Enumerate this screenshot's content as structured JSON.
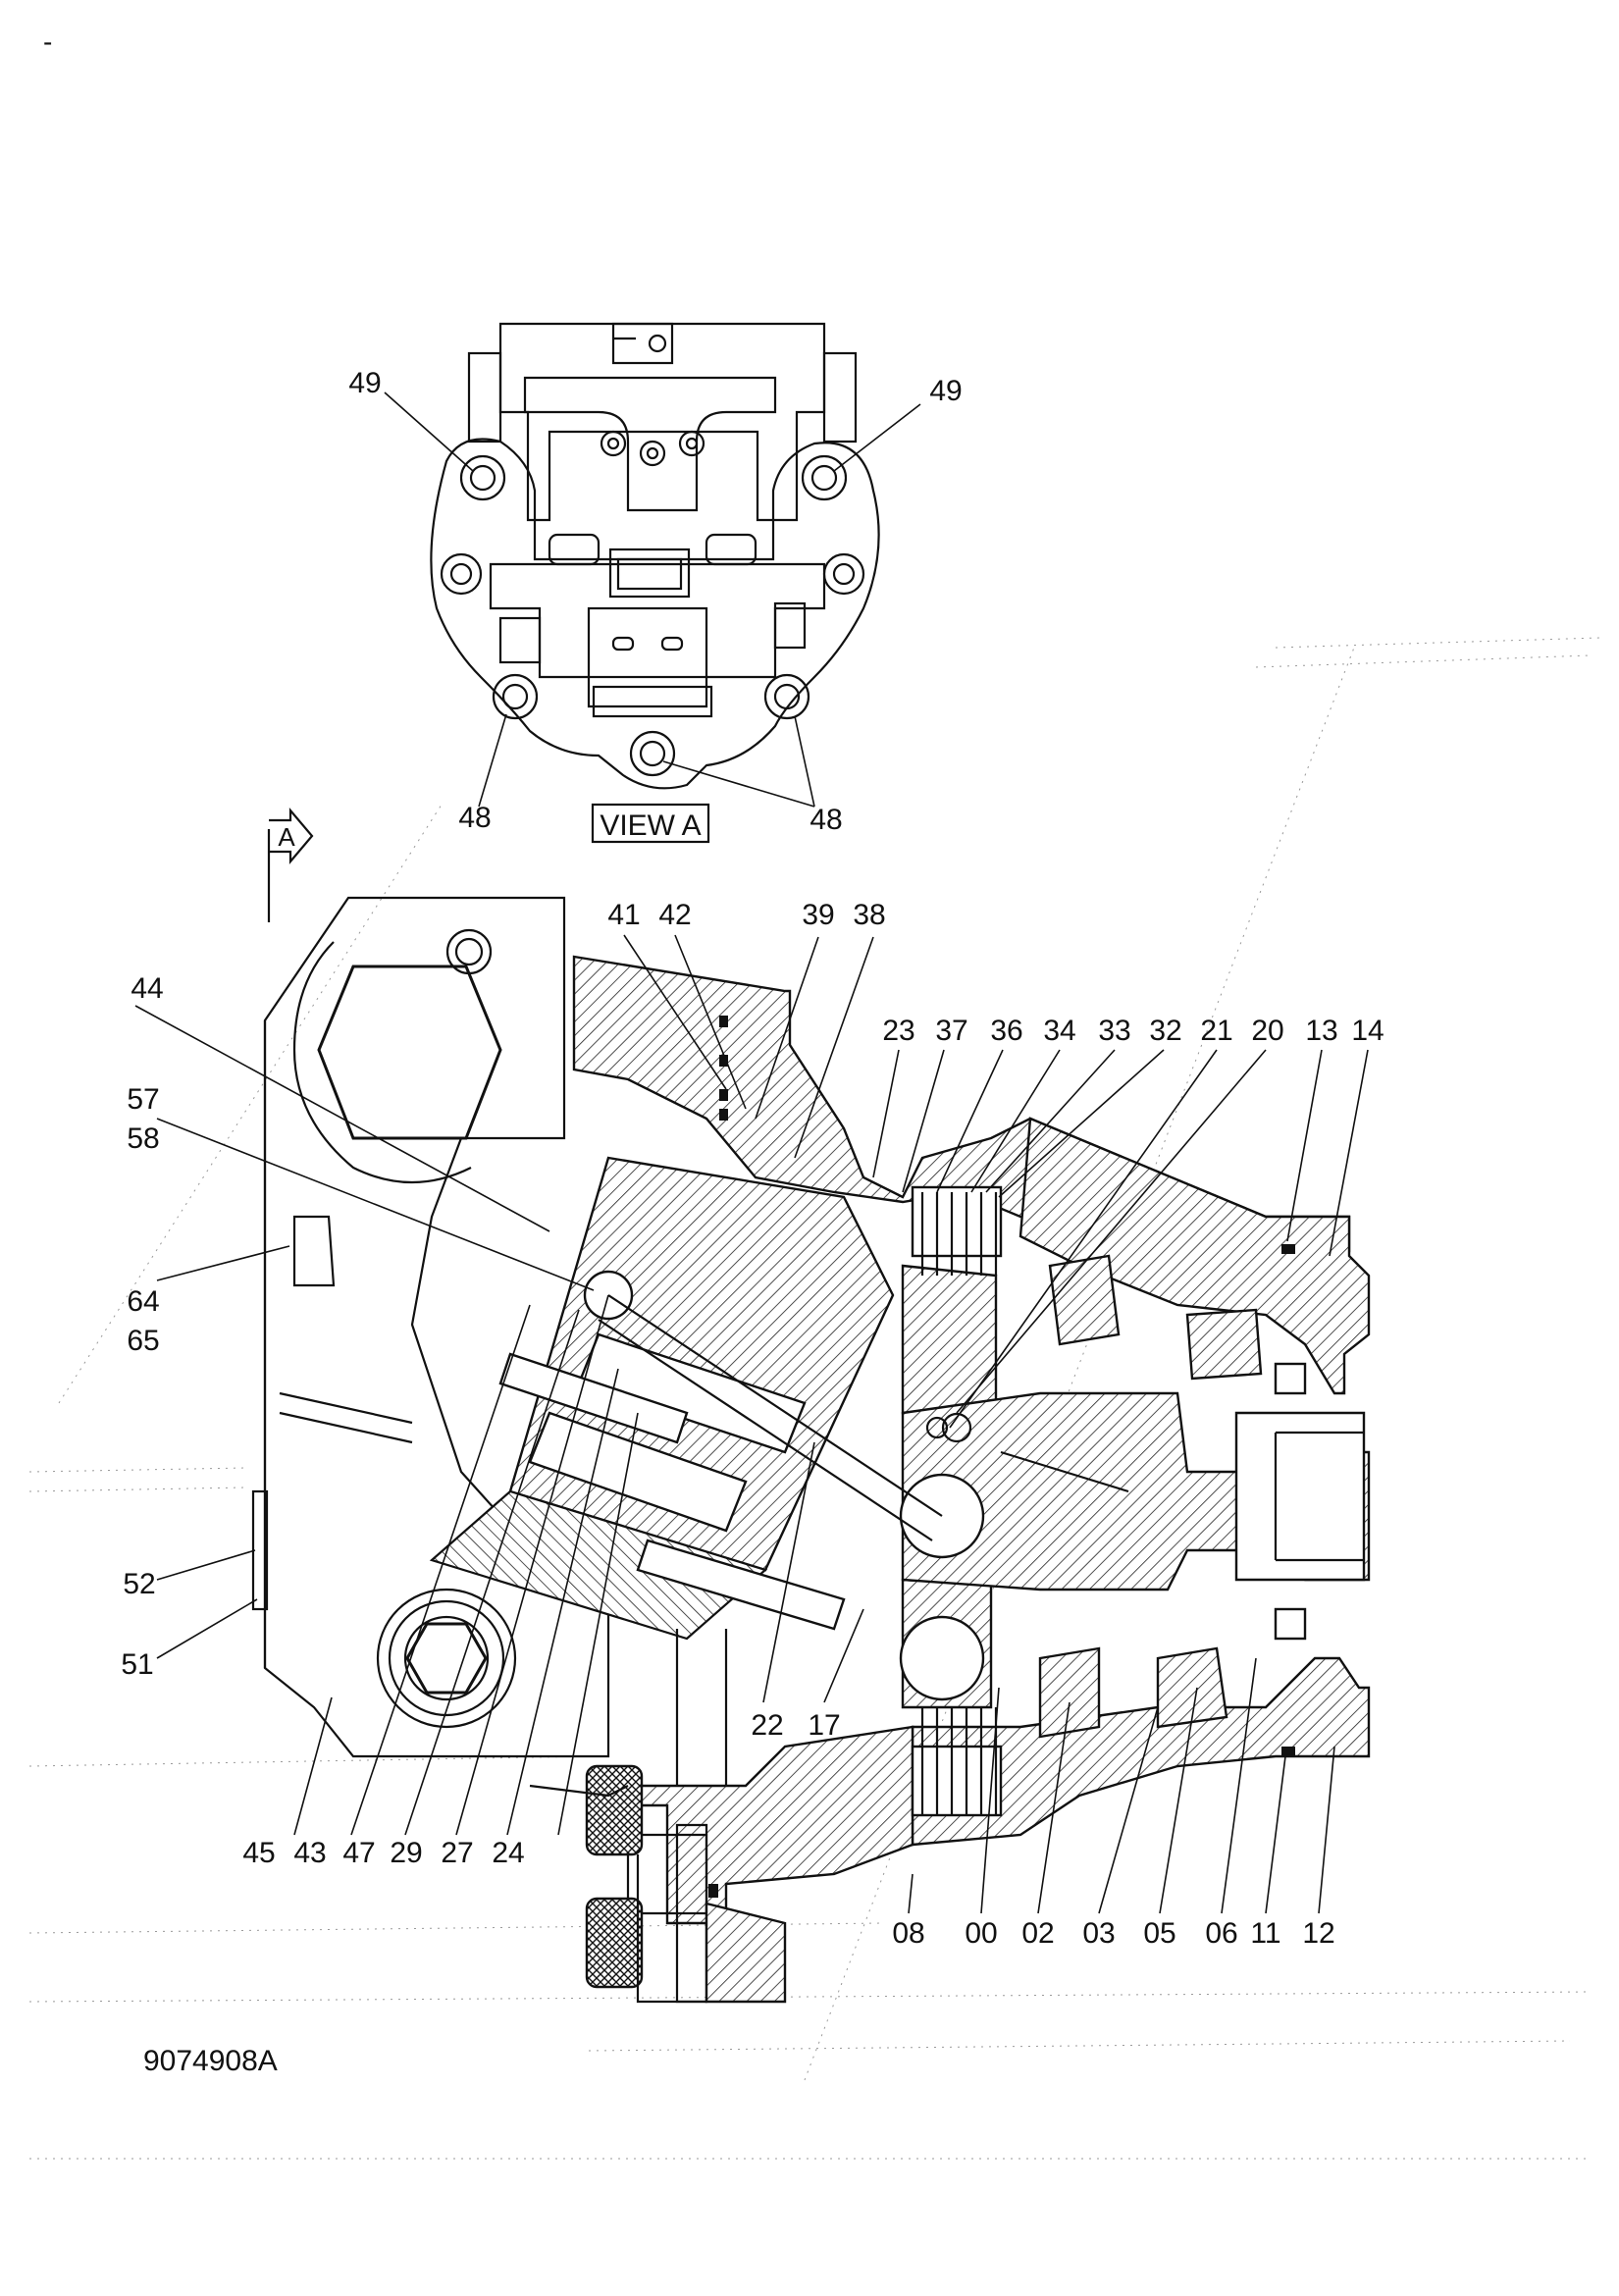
{
  "page_marks": {
    "corner_dash": "-"
  },
  "view_a": {
    "view_label": "VIEW A",
    "callouts": {
      "left_top": "49",
      "right_top": "49",
      "left_bottom": "48",
      "right_bottom": "48"
    }
  },
  "section": {
    "arrow_letter": "A",
    "top_callouts": [
      "41",
      "42",
      "39",
      "38"
    ],
    "upper_right_callouts": [
      "23",
      "37",
      "36",
      "34",
      "33",
      "32",
      "21",
      "20",
      "13",
      "14"
    ],
    "left_callouts": [
      "44",
      "57",
      "58",
      "64",
      "65",
      "52",
      "51"
    ],
    "inner_bottom_callouts": [
      "22",
      "17"
    ],
    "bottom_left_callouts": [
      "45",
      "43",
      "47",
      "29",
      "27",
      "24"
    ],
    "bottom_right_callouts": [
      "08",
      "00",
      "02",
      "03",
      "05",
      "06",
      "11",
      "12"
    ]
  },
  "drawing_number": "9074908A"
}
